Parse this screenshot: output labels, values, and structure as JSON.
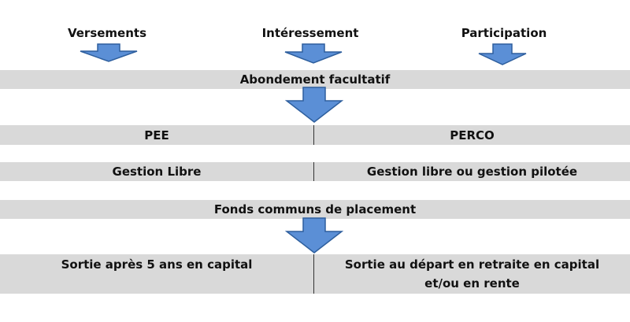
{
  "sources": {
    "versements": "Versements",
    "interessement": "Intéressement",
    "participation": "Participation"
  },
  "abondement": "Abondement facultatif",
  "plans": {
    "pee": "PEE",
    "perco": "PERCO"
  },
  "gestion": {
    "pee": "Gestion Libre",
    "perco": "Gestion libre ou gestion pilotée"
  },
  "fonds": "Fonds communs de placement",
  "sortie": {
    "pee": "Sortie après 5 ans en capital",
    "perco_line1": "Sortie au départ en retraite en capital",
    "perco_line2": "et/ou en rente"
  },
  "colors": {
    "band": "#d9d9d9",
    "arrow_fill": "#5b8fd6",
    "arrow_stroke": "#2e5f9e"
  }
}
